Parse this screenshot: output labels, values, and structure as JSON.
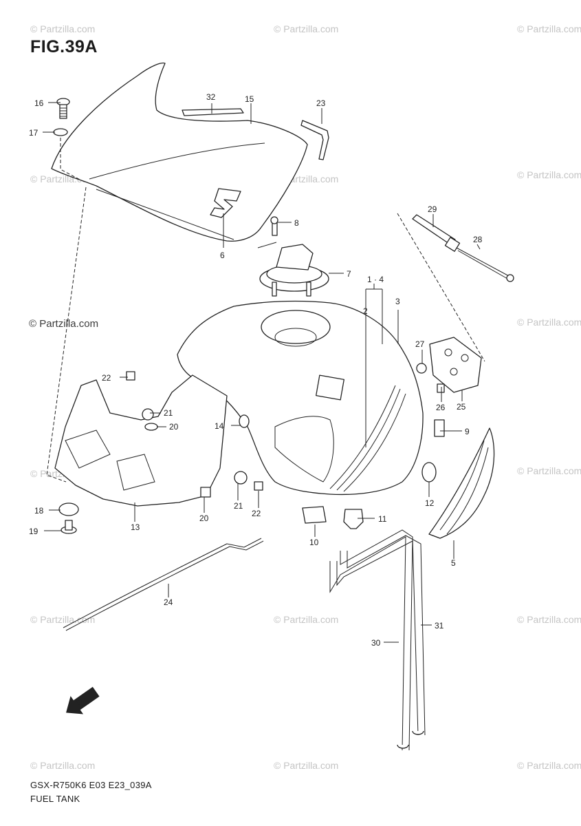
{
  "figure": {
    "title": "FIG.39A",
    "code": "GSX-R750K6 E03 E23_039A",
    "name": "FUEL TANK"
  },
  "watermarks": {
    "faint": "© Partzilla.com",
    "prominent": "© Partzilla.com"
  },
  "fwd_arrow": {
    "text": "FWD"
  },
  "callouts": [
    {
      "id": "c1-4",
      "text": "1 · 4"
    },
    {
      "id": "c2",
      "text": "2"
    },
    {
      "id": "c3",
      "text": "3"
    },
    {
      "id": "c5",
      "text": "5"
    },
    {
      "id": "c6",
      "text": "6"
    },
    {
      "id": "c7",
      "text": "7"
    },
    {
      "id": "c8",
      "text": "8"
    },
    {
      "id": "c9",
      "text": "9"
    },
    {
      "id": "c10",
      "text": "10"
    },
    {
      "id": "c11",
      "text": "11"
    },
    {
      "id": "c12",
      "text": "12"
    },
    {
      "id": "c13",
      "text": "13"
    },
    {
      "id": "c14",
      "text": "14"
    },
    {
      "id": "c15",
      "text": "15"
    },
    {
      "id": "c16",
      "text": "16"
    },
    {
      "id": "c17",
      "text": "17"
    },
    {
      "id": "c18",
      "text": "18"
    },
    {
      "id": "c19",
      "text": "19"
    },
    {
      "id": "c20a",
      "text": "20"
    },
    {
      "id": "c20b",
      "text": "20"
    },
    {
      "id": "c21a",
      "text": "21"
    },
    {
      "id": "c21b",
      "text": "21"
    },
    {
      "id": "c22a",
      "text": "22"
    },
    {
      "id": "c22b",
      "text": "22"
    },
    {
      "id": "c23",
      "text": "23"
    },
    {
      "id": "c24",
      "text": "24"
    },
    {
      "id": "c25",
      "text": "25"
    },
    {
      "id": "c26",
      "text": "26"
    },
    {
      "id": "c27",
      "text": "27"
    },
    {
      "id": "c28",
      "text": "28"
    },
    {
      "id": "c29",
      "text": "29"
    },
    {
      "id": "c30",
      "text": "30"
    },
    {
      "id": "c31",
      "text": "31"
    },
    {
      "id": "c32",
      "text": "32"
    }
  ]
}
